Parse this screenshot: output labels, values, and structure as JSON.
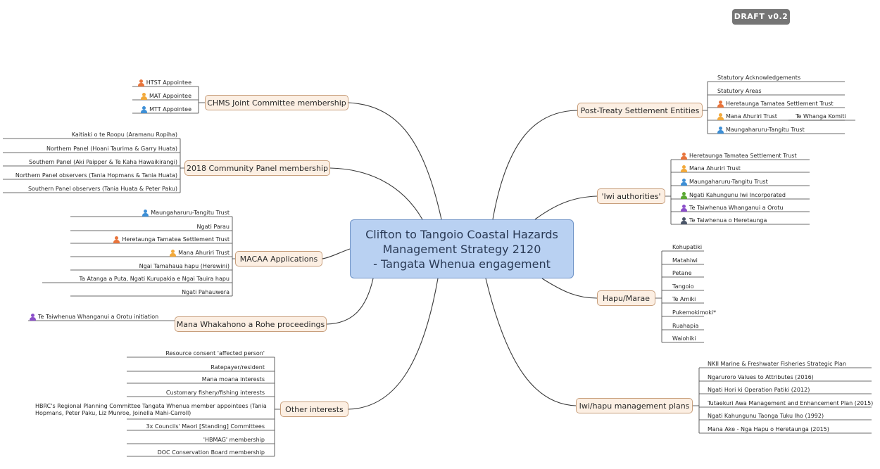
{
  "badge": {
    "label": "DRAFT v0.2"
  },
  "central_topic": {
    "line1": "Clifton to Tangoio Coastal Hazards",
    "line2": "Management Strategy 2120",
    "line3": "- Tangata Whenua engagement"
  },
  "colors": {
    "orange": "#e8743b",
    "yellow": "#f2a93b",
    "blue": "#3d8fd6",
    "green": "#5aa832",
    "purple": "#8b4fc9",
    "slate": "#4a5568"
  },
  "branches": {
    "chms": {
      "label": "CHMS Joint Committee membership",
      "items": [
        {
          "label": "HTST Appointee",
          "icon": "person-icon",
          "color": "#e8743b"
        },
        {
          "label": "MAT Appointee",
          "icon": "person-icon",
          "color": "#f2a93b"
        },
        {
          "label": "MTT Appointee",
          "icon": "person-icon",
          "color": "#3d8fd6"
        }
      ]
    },
    "panel": {
      "label": "2018 Community Panel membership",
      "items": [
        {
          "label": "Kaitiaki o te Roopu (Aramanu Ropiha)"
        },
        {
          "label": "Northern Panel (Hoani Taurima & Garry Huata)"
        },
        {
          "label": "Southern Panel (Aki Paipper & Te Kaha Hawaikirangi)"
        },
        {
          "label": "Northern Panel observers (Tania Hopmans & Tania Huata)"
        },
        {
          "label": "Southern Panel observers (Tania Huata & Peter Paku)"
        }
      ]
    },
    "macaa": {
      "label": "MACAA Applications",
      "items": [
        {
          "label": "Maungaharuru-Tangitu Trust",
          "icon": "person-icon",
          "color": "#3d8fd6"
        },
        {
          "label": "Ngati Parau"
        },
        {
          "label": "Heretaunga Tamatea Settlement Trust",
          "icon": "person-icon",
          "color": "#e8743b"
        },
        {
          "label": "Mana Ahuriri Trust",
          "icon": "person-icon",
          "color": "#f2a93b"
        },
        {
          "label": "Ngai Tamahaua hapu (Herewini)"
        },
        {
          "label": "Ta Atanga a Puta, Ngati Kurupakia e Ngai Tauira hapu"
        },
        {
          "label": "Ngati Pahauwera"
        }
      ]
    },
    "mana": {
      "label": "Mana Whakahono a Rohe proceedings",
      "items": [
        {
          "label": "Te Taiwhenua Whanganui a Orotu initiation",
          "icon": "person-icon",
          "color": "#8b4fc9"
        }
      ]
    },
    "other": {
      "label": "Other interests",
      "items": [
        {
          "label": "Resource consent 'affected person'"
        },
        {
          "label": "Ratepayer/resident"
        },
        {
          "label": "Mana moana interests"
        },
        {
          "label": "Customary fishery/fishing interests"
        },
        {
          "label": "HBRC's Regional Planning Committee Tangata Whenua member appointees (Tania Hopmans, Peter Paku, Liz Munroe, Joinella Mahi-Carroll)"
        },
        {
          "label": "3x Councils' Maori [Standing] Committees"
        },
        {
          "label": "'HBMAG' membership"
        },
        {
          "label": "DOC Conservation Board membership"
        }
      ]
    },
    "post": {
      "label": "Post-Treaty Settlement Entities",
      "items": [
        {
          "label": "Statutory Acknowledgements"
        },
        {
          "label": "Statutory Areas"
        },
        {
          "label": "Heretaunga Tamatea Settlement Trust",
          "icon": "person-icon",
          "color": "#e8743b"
        },
        {
          "label": "Mana Ahuriri Trust",
          "icon": "person-icon",
          "color": "#f2a93b",
          "child": "Te Whanga Komiti"
        },
        {
          "label": "Maungaharuru-Tangitu Trust",
          "icon": "person-icon",
          "color": "#3d8fd6"
        }
      ]
    },
    "iwi": {
      "label": "'Iwi authorities'",
      "items": [
        {
          "label": "Heretaunga Tamatea Settlement Trust",
          "icon": "person-icon",
          "color": "#e8743b"
        },
        {
          "label": "Mana Ahuriri Trust",
          "icon": "person-icon",
          "color": "#f2a93b"
        },
        {
          "label": "Maungaharuru-Tangitu Trust",
          "icon": "person-icon",
          "color": "#3d8fd6"
        },
        {
          "label": "Ngati Kahungunu Iwi Incorporated",
          "icon": "person-icon",
          "color": "#5aa832"
        },
        {
          "label": "Te Taiwhenua Whanganui a Orotu",
          "icon": "person-icon",
          "color": "#8b4fc9"
        },
        {
          "label": "Te Taiwhenua o Heretaunga",
          "icon": "person-icon",
          "color": "#4a5568"
        }
      ]
    },
    "hapu": {
      "label": "Hapu/Marae",
      "items": [
        {
          "label": "Kohupatiki"
        },
        {
          "label": "Matahiwi"
        },
        {
          "label": "Petane"
        },
        {
          "label": "Tangoio"
        },
        {
          "label": "Te Amiki"
        },
        {
          "label": "Pukemokimoki*"
        },
        {
          "label": "Ruahapia"
        },
        {
          "label": "Waiohiki"
        }
      ]
    },
    "plans": {
      "label": "Iwi/hapu management plans",
      "items": [
        {
          "label": "NKII Marine & Freshwater Fisheries Strategic Plan"
        },
        {
          "label": "Ngaruroro Values to Attributes (2016)"
        },
        {
          "label": "Ngati Hori ki Operation Patiki (2012)"
        },
        {
          "label": "Tutaekuri Awa Management and Enhancement Plan (2015)"
        },
        {
          "label": "Ngati Kahungunu Taonga Tuku Iho (1992)"
        },
        {
          "label": "Mana Ake - Nga Hapu o Heretaunga (2015)"
        }
      ]
    }
  }
}
